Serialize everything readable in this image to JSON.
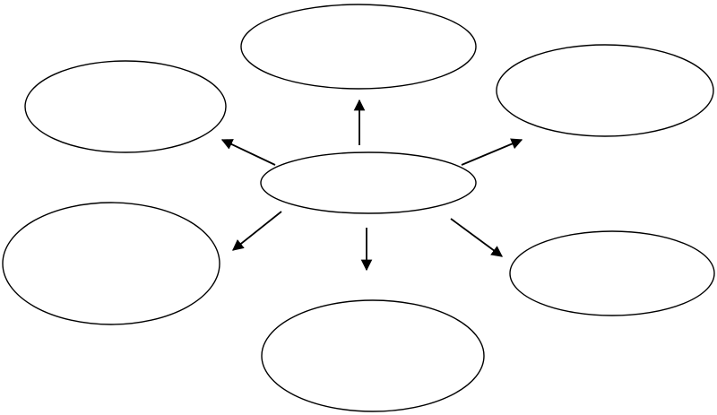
{
  "diagram": {
    "type": "spider-map",
    "center_node": {
      "label": ""
    },
    "outer_nodes": [
      {
        "id": "top",
        "label": ""
      },
      {
        "id": "upper-left",
        "label": ""
      },
      {
        "id": "upper-right",
        "label": ""
      },
      {
        "id": "lower-left",
        "label": ""
      },
      {
        "id": "lower-right",
        "label": ""
      },
      {
        "id": "bottom",
        "label": ""
      }
    ],
    "edges": [
      {
        "from": "center",
        "to": "top"
      },
      {
        "from": "center",
        "to": "upper-left"
      },
      {
        "from": "center",
        "to": "upper-right"
      },
      {
        "from": "center",
        "to": "lower-left"
      },
      {
        "from": "center",
        "to": "lower-right"
      },
      {
        "from": "center",
        "to": "bottom"
      }
    ],
    "colors": {
      "stroke": "#000000",
      "fill": "#ffffff",
      "background": "#ffffff"
    }
  }
}
